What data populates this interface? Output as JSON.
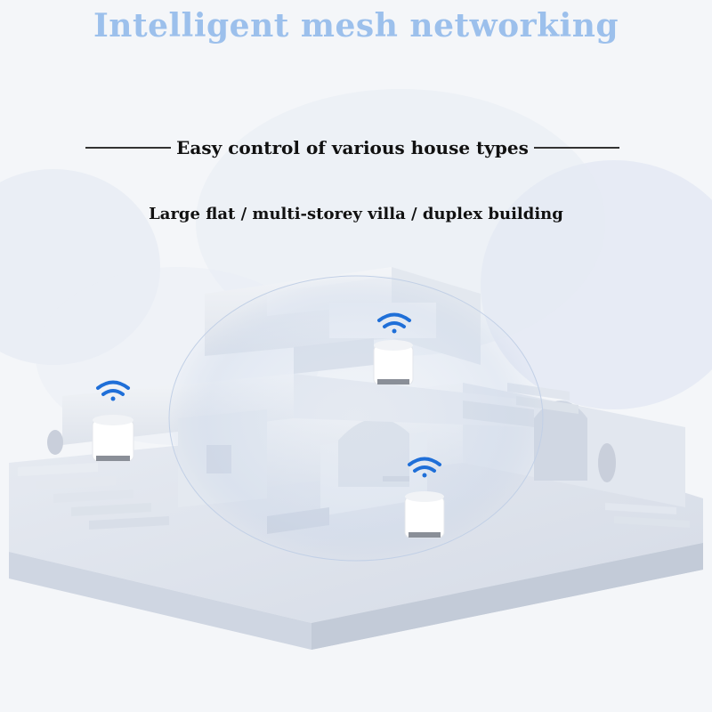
{
  "header": {
    "title": "Intelligent mesh networking",
    "subtitle": "Easy control of various house types",
    "house_types": "Large flat / multi-storey villa / duplex building"
  },
  "colors": {
    "title": "#9cc0ec",
    "background": "#f4f6f9",
    "wall": "#eceff4",
    "wall_shade": "#d7dce6",
    "wifi": "#1f6fd8",
    "router": "#ffffff",
    "router_grill": "#8a8f98"
  },
  "illustration": {
    "router_icon": "mesh-router-icon",
    "wifi_icon": "wifi-icon"
  }
}
